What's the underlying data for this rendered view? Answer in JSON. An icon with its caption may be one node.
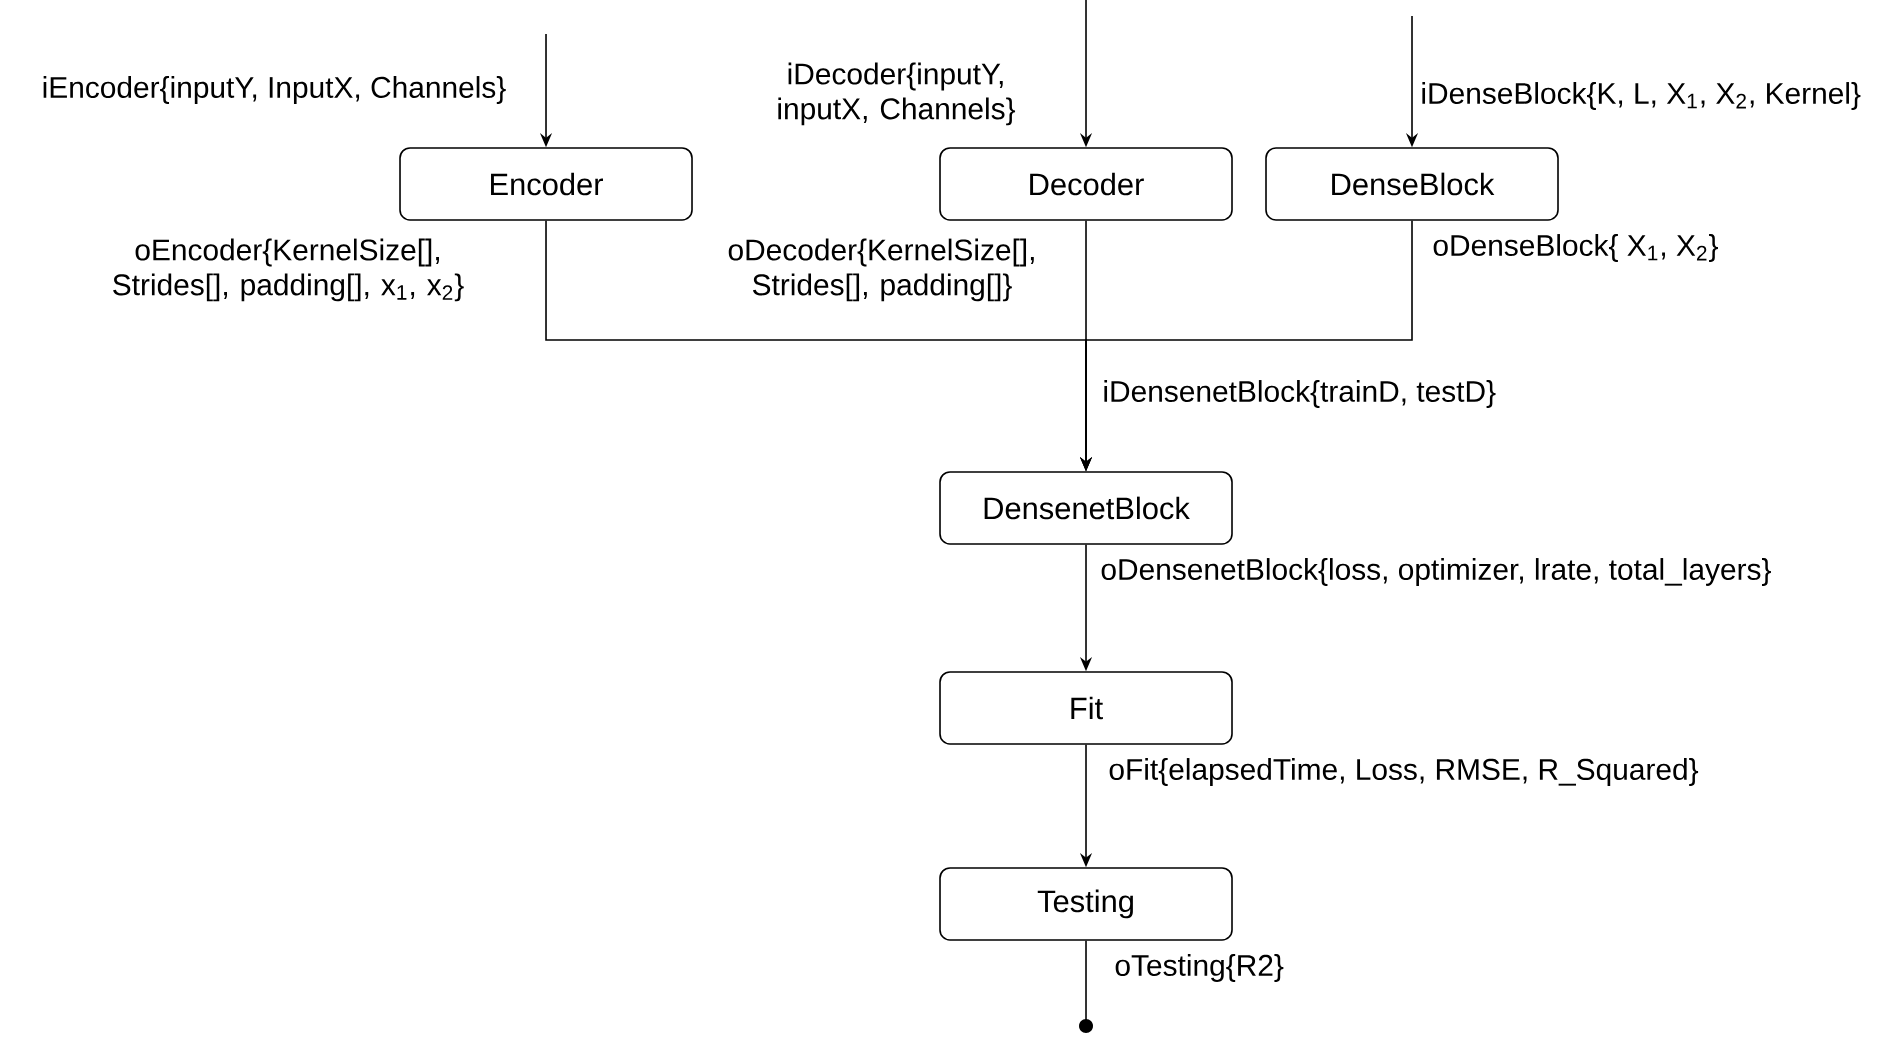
{
  "diagram": {
    "nodes": [
      {
        "text": [
          "Encoder"
        ]
      },
      {
        "text": [
          "Decoder"
        ]
      },
      {
        "text": [
          "DenseBlock"
        ]
      },
      {
        "text": [
          "DensenetBlock"
        ]
      },
      {
        "text": [
          "Fit"
        ]
      },
      {
        "text": [
          "Testing"
        ]
      }
    ],
    "edges": [
      {
        "from": null,
        "to": 0,
        "arrow": "to",
        "label": "iEncoder{inputY, InputX, Channels}"
      },
      {
        "from": null,
        "to": 1,
        "arrow": "to",
        "label": "iDecoder{inputY, inputX, Channels}"
      },
      {
        "from": null,
        "to": 2,
        "arrow": "to",
        "label": "iDenseBlock{K, L, X$_{1}$, X$_{2}$, Kernel}"
      },
      {
        "from": 0,
        "to": 3,
        "arrow": "to",
        "label": "oEncoder{KernelSize[], Strides[], padding[], x$_{1}$, x$_{2}$}"
      },
      {
        "from": 1,
        "to": 3,
        "arrow": "to",
        "label": "oDecoder{KernelSize[], Strides[], padding[]}"
      },
      {
        "from": 2,
        "to": 3,
        "arrow": "to",
        "label": "oDenseBlock{ X$_{1}$, X$_{2}$}"
      },
      {
        "from": 3,
        "to": 4,
        "arrow": "to",
        "label": "oDensenetBlock{loss, optimizer, lrate, total_layers}"
      },
      {
        "from": 4,
        "to": 5,
        "arrow": "to",
        "label": "oFit{elapsedTime, Loss, RMSE, R_Squared}"
      },
      {
        "from": 5,
        "to": null,
        "arrow": "other",
        "label": "oTesting{R2}"
      }
    ],
    "labels": [
      "iDensenetBlock{trainD, testD}"
    ]
  }
}
